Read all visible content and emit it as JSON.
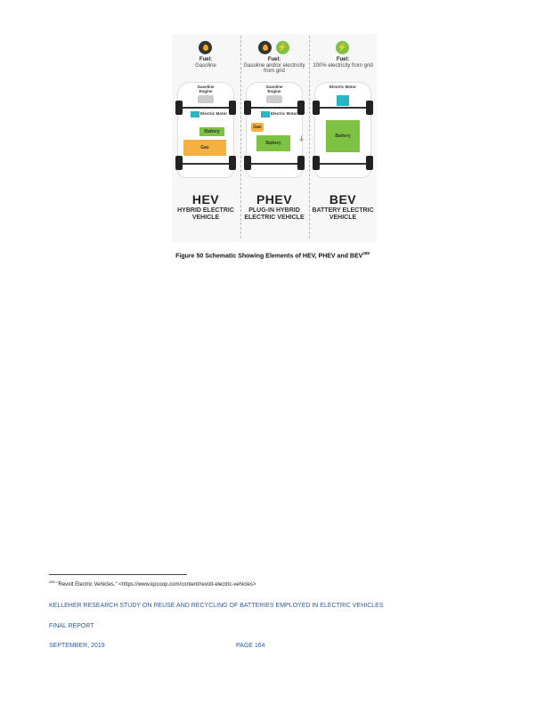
{
  "figure": {
    "panels": [
      {
        "fuel_label": "Fuel:",
        "fuel_value": "Gasoline",
        "engine": "Gasoline Engine",
        "motor": "Electric Motor",
        "battery": "Battery",
        "gas": "Gas",
        "title": "HEV",
        "subtitle": "HYBRID ELECTRIC VEHICLE"
      },
      {
        "fuel_label": "Fuel:",
        "fuel_value": "Gasoline and/or electricity from grid",
        "engine": "Gasoline Engine",
        "motor": "Electric Motor",
        "battery": "Battery",
        "gas": "Gas",
        "title": "PHEV",
        "subtitle": "PLUG-IN HYBRID ELECTRIC VEHICLE"
      },
      {
        "fuel_label": "Fuel:",
        "fuel_value": "100% electricity from grid",
        "motor": "Electric Motor",
        "battery": "Battery",
        "title": "BEV",
        "subtitle": "BATTERY ELECTRIC VEHICLE"
      }
    ],
    "colors": {
      "gas": "#f5b041",
      "battery": "#7dc242",
      "motor": "#2bb5c4"
    },
    "caption": "Figure 50 Schematic Showing Elements of HEV, PHEV and BEV",
    "caption_ref": "289"
  },
  "footnote": {
    "number": "289",
    "text": "\"Revolt Electric Vehicles.\" <https://www.kpcoop.com/content/revolt-electric-vehicles>"
  },
  "footer": {
    "title": "KELLEHER RESEARCH STUDY ON REUSE AND RECYCLING OF BATTERIES EMPLOYED IN ELECTRIC VEHICLES",
    "report": "FINAL REPORT",
    "date": "SEPTEMBER, 2019",
    "page": "PAGE 164"
  }
}
